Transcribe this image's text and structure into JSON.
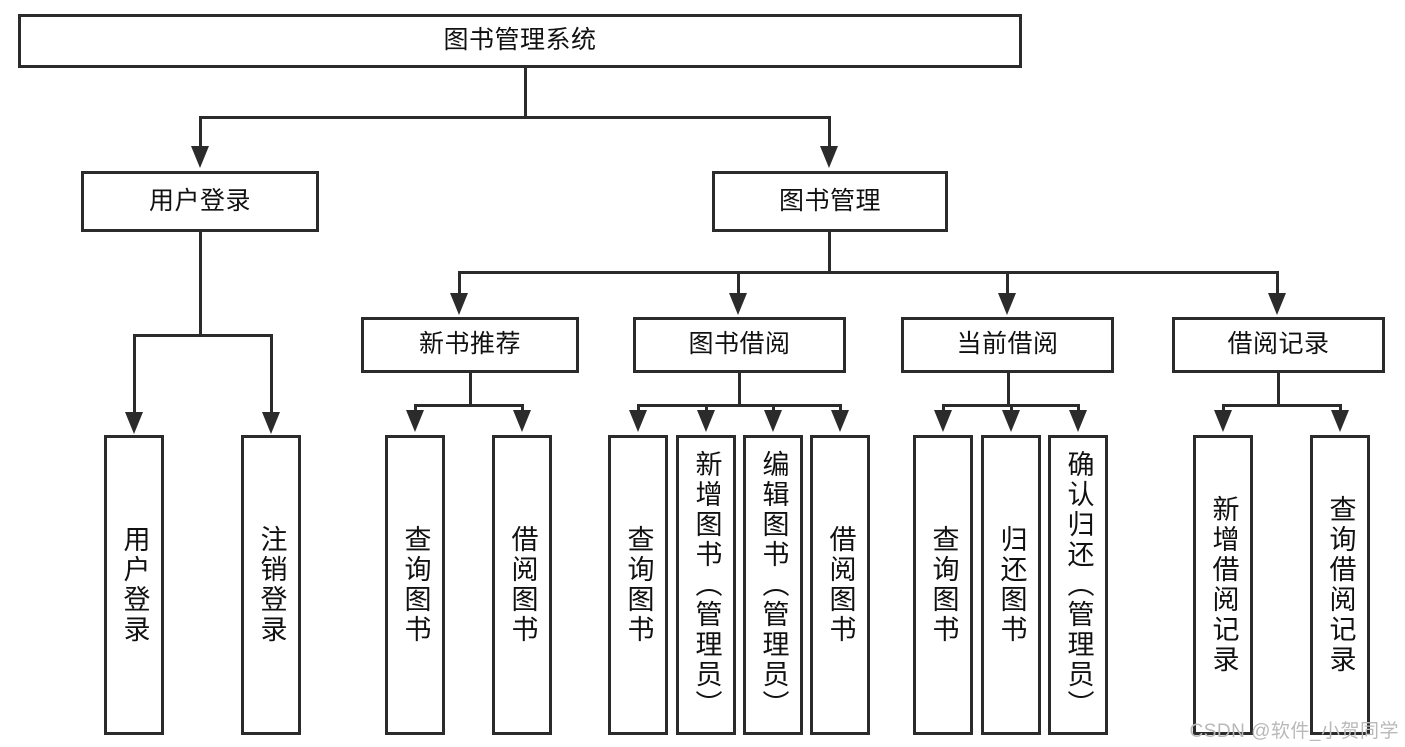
{
  "diagram": {
    "type": "tree",
    "title": "图书管理系统",
    "root": {
      "id": "root",
      "label": "图书管理系统"
    },
    "level2": [
      {
        "id": "user-login",
        "label": "用户登录"
      },
      {
        "id": "book-management",
        "label": "图书管理"
      }
    ],
    "level3": [
      {
        "id": "new-book-recommend",
        "label": "新书推荐"
      },
      {
        "id": "book-borrow",
        "label": "图书借阅"
      },
      {
        "id": "current-borrow",
        "label": "当前借阅"
      },
      {
        "id": "borrow-record",
        "label": "借阅记录"
      }
    ],
    "leaves": {
      "user_login": [
        {
          "id": "leaf-user-login",
          "label": "用户登录"
        },
        {
          "id": "leaf-logout-login",
          "label": "注销登录"
        }
      ],
      "new_book_recommend": [
        {
          "id": "leaf-query-book-1",
          "label": "查询图书"
        },
        {
          "id": "leaf-borrow-book-1",
          "label": "借阅图书"
        }
      ],
      "book_borrow": [
        {
          "id": "leaf-query-book-2",
          "label": "查询图书"
        },
        {
          "id": "leaf-add-book",
          "label": "新增图书（管理员）"
        },
        {
          "id": "leaf-edit-book",
          "label": "编辑图书（管理员）"
        },
        {
          "id": "leaf-borrow-book-2",
          "label": "借阅图书"
        }
      ],
      "current_borrow": [
        {
          "id": "leaf-query-book-3",
          "label": "查询图书"
        },
        {
          "id": "leaf-return-book",
          "label": "归还图书"
        },
        {
          "id": "leaf-confirm-return",
          "label": "确认归还（管理员）"
        }
      ],
      "borrow_record": [
        {
          "id": "leaf-add-borrow-record",
          "label": "新增借阅记录"
        },
        {
          "id": "leaf-query-borrow-record",
          "label": "查询借阅记录"
        }
      ]
    }
  },
  "watermark": {
    "text": "CSDN @软件_小贺同学"
  },
  "colors": {
    "stroke": "#2b2b2b",
    "background": "#ffffff",
    "text": "#111111",
    "watermark": "#b9b9b9"
  }
}
